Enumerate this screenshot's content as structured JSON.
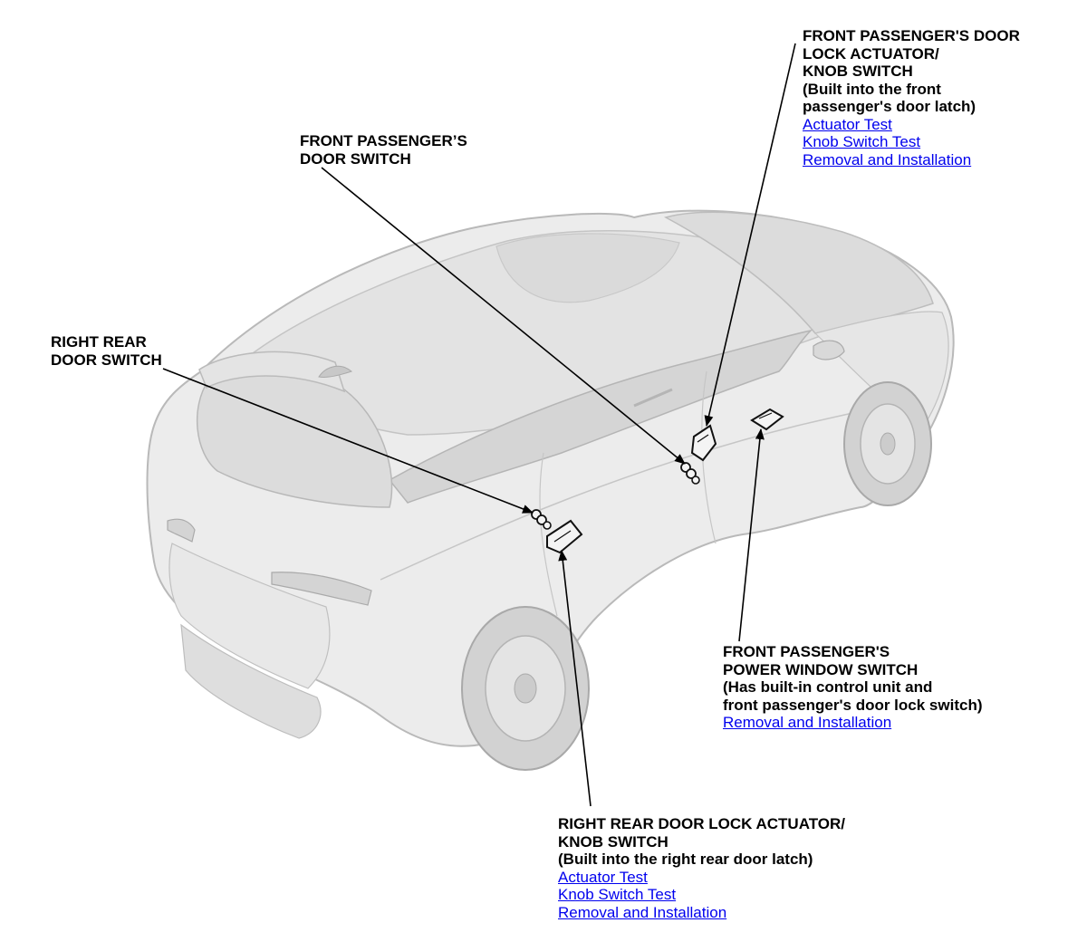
{
  "colors": {
    "link": "#0000ee",
    "leader": "#000000",
    "body_fill": "#ececec",
    "body_stroke": "#b9b9b9",
    "glass_fill": "#d7d7d7",
    "part_fill": "#f4f4f4",
    "part_stroke": "#111111"
  },
  "callouts": {
    "front_lock_actuator": {
      "lines": [
        "FRONT PASSENGER'S DOOR",
        "LOCK ACTUATOR/",
        "KNOB SWITCH",
        "(Built into the front",
        "passenger's door latch)"
      ],
      "links": [
        "Actuator Test",
        "Knob Switch Test",
        "Removal and Installation"
      ]
    },
    "front_door_switch": {
      "lines": [
        "FRONT PASSENGER’S",
        "DOOR SWITCH"
      ]
    },
    "rear_door_switch": {
      "lines": [
        "RIGHT REAR",
        "DOOR SWITCH"
      ]
    },
    "power_window_switch": {
      "lines": [
        "FRONT PASSENGER'S",
        "POWER WINDOW SWITCH",
        "(Has built-in control unit and",
        "front passenger's door lock switch)"
      ],
      "links": [
        "Removal and Installation"
      ]
    },
    "rear_lock_actuator": {
      "lines": [
        "RIGHT REAR DOOR LOCK ACTUATOR/",
        "KNOB SWITCH",
        "(Built into the right rear door latch)"
      ],
      "links": [
        "Actuator Test",
        "Knob Switch Test",
        "Removal and Installation"
      ]
    }
  }
}
